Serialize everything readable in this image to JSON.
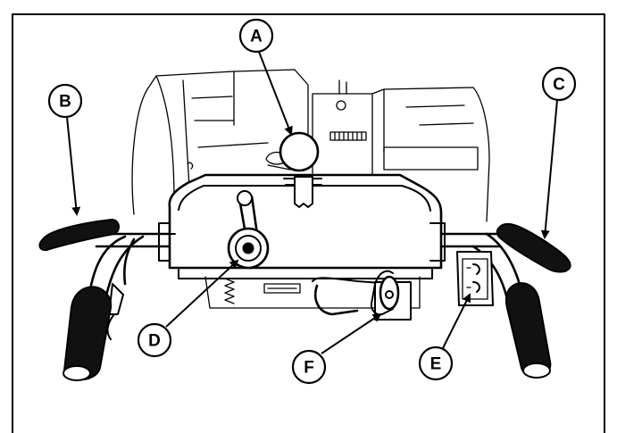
{
  "diagram": {
    "callouts": [
      {
        "id": "A",
        "label": "A"
      },
      {
        "id": "B",
        "label": "B"
      },
      {
        "id": "C",
        "label": "C"
      },
      {
        "id": "D",
        "label": "D"
      },
      {
        "id": "E",
        "label": "E"
      },
      {
        "id": "F",
        "label": "F"
      }
    ]
  }
}
